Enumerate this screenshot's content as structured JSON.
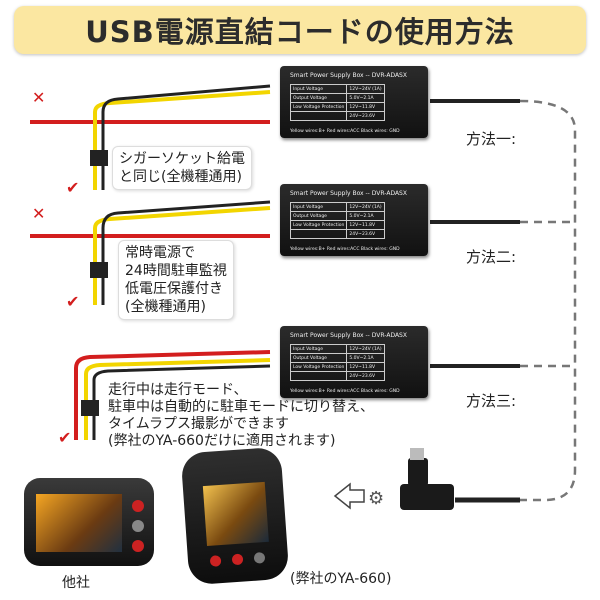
{
  "title": "USB電源直結コードの使用方法",
  "box": {
    "title": "Smart Power Supply Box -- DVR-ADASX",
    "rows": [
      [
        "Input Voltage",
        "12V~24V  (1A)"
      ],
      [
        "Output Voltage",
        "5.0V~2.1A"
      ],
      [
        "Low Voltage  Protection",
        "12V~11.8V"
      ],
      [
        "",
        "24V~23.6V"
      ]
    ],
    "footer": "Yellow wires:B+  Red wires:ACC  Black wires: GND"
  },
  "methods": [
    "方法一:",
    "方法二:",
    "方法三:"
  ],
  "notes": {
    "n1": [
      "シガーソケット給電",
      "と同じ(全機種通用)"
    ],
    "n2": [
      "常時電源で",
      "24時間駐車監視",
      "低電圧保護付き",
      "(全機種通用)"
    ],
    "n3": [
      "走行中は走行モード、",
      "駐車中は自動的に駐車モードに切り替え、",
      "タイムラプス撮影ができます",
      "(弊社のYA-660だけに適用されます)"
    ]
  },
  "marks": {
    "x": "✕",
    "check": "✔"
  },
  "cameras": {
    "other": "他社",
    "ours": "(弊社のYA-660)"
  },
  "colors": {
    "banner": "#fbe7a1",
    "red": "#d31e1e",
    "yellow": "#f2d500"
  }
}
